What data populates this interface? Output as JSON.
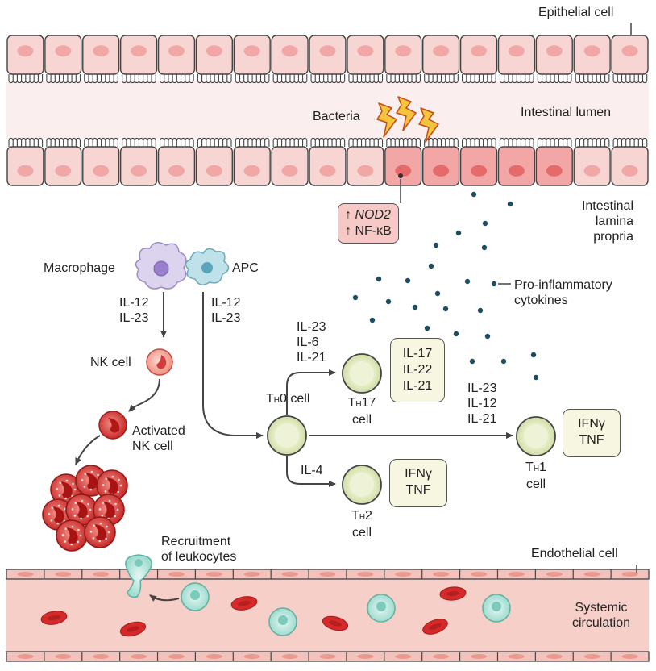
{
  "labels": {
    "epithelial_cell": "Epithelial cell",
    "intestinal_lumen": "Intestinal lumen",
    "bacteria": "Bacteria",
    "intestinal_lamina_propria": [
      "Intestinal",
      "lamina",
      "propria"
    ],
    "nod2_line": "↑ NOD2",
    "nfkb_line": "↑ NF-κB",
    "macrophage": "Macrophage",
    "apc": "APC",
    "macrophage_cytokines": [
      "IL-12",
      "IL-23"
    ],
    "apc_cytokines": [
      "IL-12",
      "IL-23"
    ],
    "pro_inflammatory": [
      "Pro-inflammatory",
      "cytokines"
    ],
    "nk_cell": "NK cell",
    "activated_nk_cell": [
      "Activated",
      "NK cell"
    ],
    "th0_cytokines_to_th17": [
      "IL-23",
      "IL-6",
      "IL-21"
    ],
    "th0_cell": "T",
    "th0_sub": "H",
    "th0_suffix": "0 cell",
    "th17_products": [
      "IL-17",
      "IL-22",
      "IL-21"
    ],
    "th17_label": "T",
    "th17_sub": "H",
    "th17_suffix": "17",
    "th17_cell": "cell",
    "th1_cytokines": [
      "IL-23",
      "IL-12",
      "IL-21"
    ],
    "th1_products": [
      "IFNγ",
      "TNF"
    ],
    "th1_label": "T",
    "th1_sub": "H",
    "th1_suffix": "1",
    "th1_cell": "cell",
    "th2_cytokines": "IL-4",
    "th2_products": [
      "IFNγ",
      "TNF"
    ],
    "th2_label": "T",
    "th2_sub": "H",
    "th2_suffix": "2",
    "th2_cell": "cell",
    "recruitment": [
      "Recruitment",
      "of leukocytes"
    ],
    "endothelial_cell": "Endothelial cell",
    "systemic_circulation": [
      "Systemic",
      "circulation"
    ]
  },
  "colors": {
    "epithelium": "#f7d5d3",
    "epithelium_inflamed": "#f2a6a6",
    "nucleus": "#f2a7a7",
    "vessel": "#f6cfc9",
    "th_cell": "#e3ecc4",
    "box_fill": "#f7f6e0",
    "cytokine_dot": "#1d4d5e",
    "rbc": "#d62a2a",
    "leukocyte": "#a8e3d7",
    "macrophage": "#dcd3ee",
    "apc": "#bfe1ea",
    "bacteria": "#f2c53d"
  }
}
